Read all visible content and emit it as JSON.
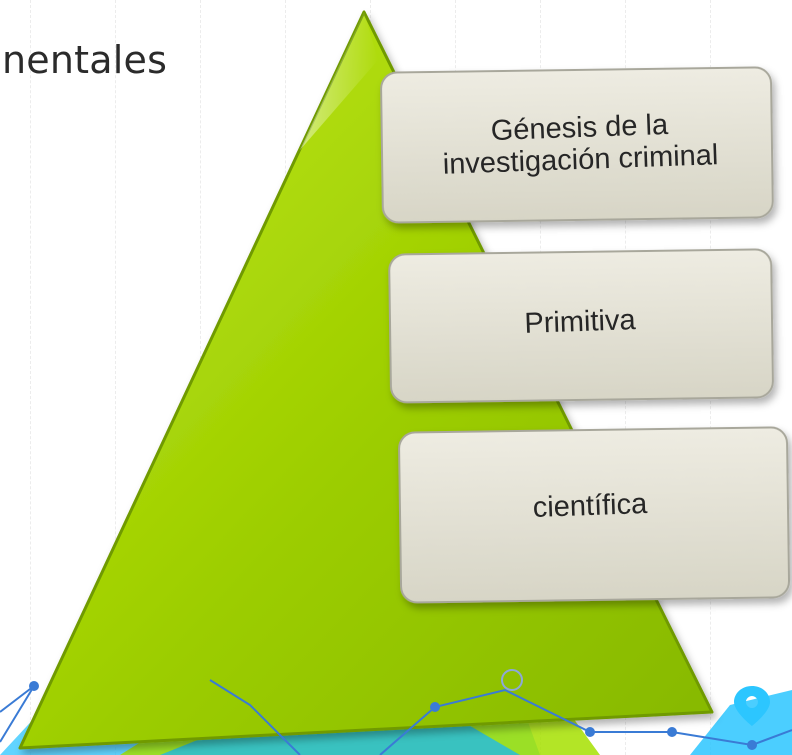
{
  "slide": {
    "title_partial": "nentales"
  },
  "pyramid": {
    "fill_color": "#a6d500",
    "edge_color": "#6f9a00",
    "levels": [
      {
        "label_line1": "Génesis de la",
        "label_line2": "investigación criminal"
      },
      {
        "label": "Primitiva"
      },
      {
        "label": "científica"
      }
    ]
  },
  "decor": {
    "line_color": "#3a7bd5",
    "marker_color": "#2cc6ff",
    "wave_colors": [
      "#2cc6ff",
      "#a6e000",
      "#2fbfd2"
    ]
  }
}
